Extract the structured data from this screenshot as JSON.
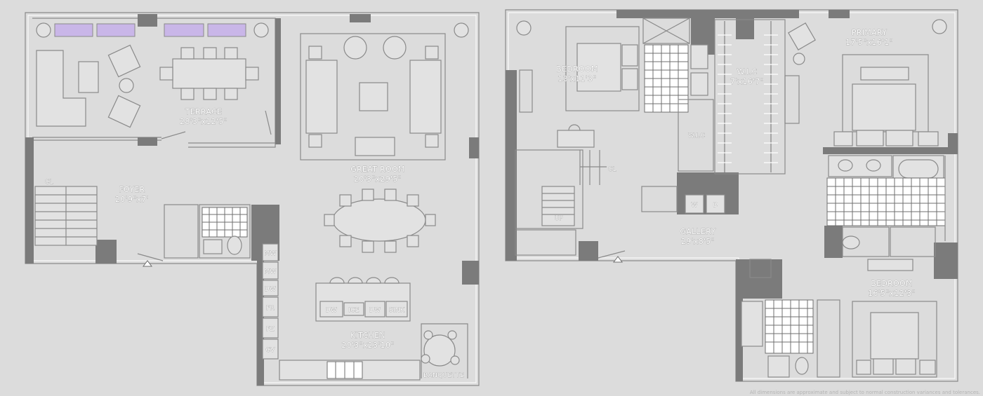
{
  "floor_left": {
    "terrace": {
      "name": "TERRACE",
      "dims": "28'3\"x12'5\""
    },
    "great_room": {
      "name": "GREAT ROOM",
      "dims": "20'3\"x29'5\""
    },
    "foyer": {
      "name": "FOYER",
      "dims": "20'9\"x7'"
    },
    "kitchen": {
      "name": "KITCHEN",
      "dims": "20'3\"x23'10\""
    },
    "banquette": {
      "name": "BANQUETTE"
    },
    "closet": {
      "name": "CL"
    },
    "appliances": {
      "column": [
        "MW",
        "MW",
        "DW",
        "FR",
        "FZ",
        "CV"
      ],
      "counter": [
        "DW",
        "ICE",
        "DW",
        "SINK"
      ]
    }
  },
  "floor_right": {
    "bedroom_a": {
      "name": "BEDROOM",
      "dims": "13'x11'3\""
    },
    "primary": {
      "name": "PRIMARY",
      "dims": "17'5\"x16'1\""
    },
    "wic_main": {
      "name": "W.I.C",
      "dims": "7'x16'7\""
    },
    "wic_small": {
      "name": "W.I.C"
    },
    "gallery": {
      "name": "GALLERY",
      "dims": "29'x8'5\""
    },
    "bedroom_b": {
      "name": "BEDROOM",
      "dims": "16'5\"x12'3\""
    },
    "closet": {
      "name": "CL"
    },
    "laundry": {
      "washer": "W",
      "dryer": "D"
    },
    "up_arrow": "UP"
  },
  "legend": {
    "footer_note": "All dimensions are approximate and subject to normal construction variances and tolerances."
  },
  "colors": {
    "background": "#dcdcdc",
    "wall": "#7b7b7b",
    "line": "#8a8a8a",
    "tile": "#ffffff",
    "planter": "#c9b6e8"
  }
}
